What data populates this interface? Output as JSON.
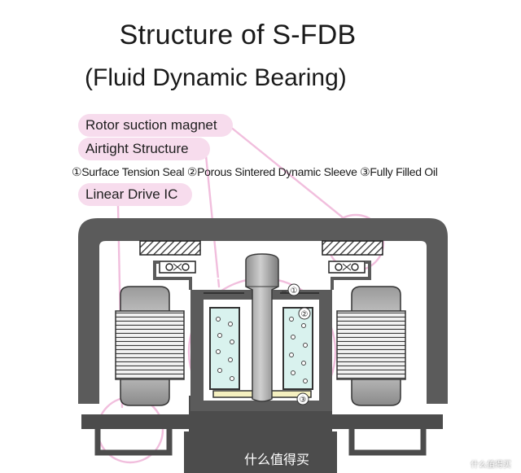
{
  "title": "Structure of S-FDB",
  "subtitle": "(Fluid Dynamic Bearing)",
  "labels": {
    "rotor_suction_magnet": "Rotor suction magnet",
    "airtight_structure": "Airtight Structure",
    "linear_drive_ic": "Linear Drive IC"
  },
  "legend": "①Surface Tension Seal ②Porous Sintered Dynamic Sleeve ③Fully Filled Oil",
  "markers": [
    "①",
    "②",
    "③"
  ],
  "watermark": "什么值得买",
  "watermark_small": "什么值得买",
  "colors": {
    "highlight_pink": "#f7dced",
    "callout_pink": "#f1bedd",
    "housing_gray": "#5a5a5a",
    "sleeve_teal": "#d9f2ee"
  }
}
